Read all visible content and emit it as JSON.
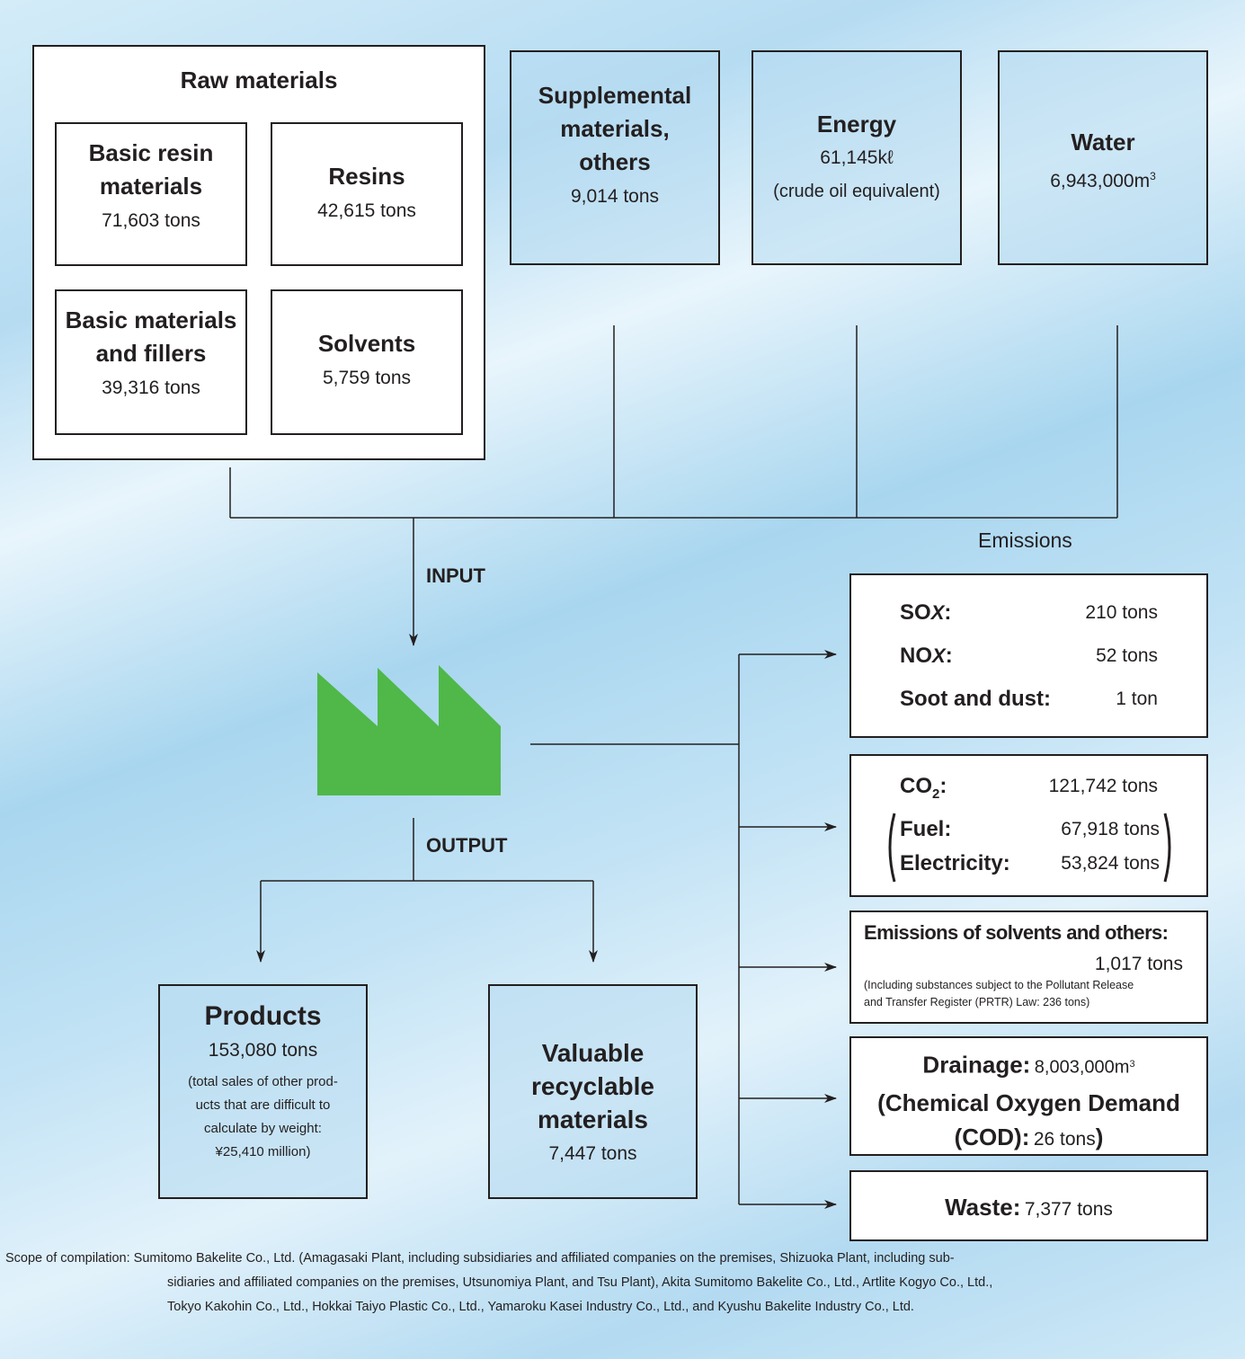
{
  "raw_materials": {
    "title": "Raw materials",
    "basic_resin": {
      "label_1": "Basic resin",
      "label_2": "materials",
      "value": "71,603 tons"
    },
    "resins": {
      "label": "Resins",
      "value": "42,615 tons"
    },
    "basic_fillers": {
      "label_1": "Basic materials",
      "label_2": "and fillers",
      "value": "39,316 tons"
    },
    "solvents": {
      "label": "Solvents",
      "value": "5,759 tons"
    }
  },
  "supplemental": {
    "label_1": "Supplemental",
    "label_2": "materials,",
    "label_3": "others",
    "value": "9,014 tons"
  },
  "energy": {
    "label": "Energy",
    "value": "61,145kℓ",
    "note": "(crude oil equivalent)"
  },
  "water": {
    "label": "Water",
    "value": "6,943,000m",
    "sup": "3"
  },
  "flow": {
    "input": "INPUT",
    "output": "OUTPUT",
    "emissions": "Emissions"
  },
  "products": {
    "label": "Products",
    "value": "153,080 tons",
    "note_1": "(total sales of other prod-",
    "note_2": "ucts that are difficult to",
    "note_3": "calculate by weight:",
    "note_4": "¥25,410 million)"
  },
  "recyclable": {
    "label_1": "Valuable",
    "label_2": "recyclable",
    "label_3": "materials",
    "value": "7,447 tons"
  },
  "emissions_air": {
    "sox_label": "SO",
    "sox_sub": "X",
    "sox_value": "210 tons",
    "nox_label": "NO",
    "nox_sub": "X",
    "nox_value": "52 tons",
    "soot_label": "Soot and dust:",
    "soot_value": "1 ton"
  },
  "emissions_co2": {
    "co2_label": "CO",
    "co2_sub": "2",
    "co2_value": "121,742 tons",
    "fuel_label": "Fuel:",
    "fuel_value": "67,918 tons",
    "elec_label": "Electricity:",
    "elec_value": "53,824 tons"
  },
  "emissions_solvents": {
    "label": "Emissions of solvents and others:",
    "value": "1,017 tons",
    "note_1": "(Including substances subject to the Pollutant Release",
    "note_2": "and Transfer Register (PRTR) Law: 236 tons)"
  },
  "drainage": {
    "label": "Drainage:",
    "value": "8,003,000m",
    "sup": "3",
    "cod_1": "(Chemical Oxygen Demand",
    "cod_2": "(COD):",
    "cod_value": "26 tons",
    "cod_close": ")"
  },
  "waste": {
    "label": "Waste:",
    "value": "7,377 tons"
  },
  "footer": {
    "line_1": "Scope of compilation: Sumitomo Bakelite Co., Ltd. (Amagasaki Plant, including subsidiaries and affiliated companies on the premises, Shizuoka Plant, including sub-",
    "line_2": "sidiaries and affiliated companies on the premises, Utsunomiya Plant, and Tsu Plant), Akita Sumitomo Bakelite Co., Ltd., Artlite Kogyo Co., Ltd.,",
    "line_3": "Tokyo Kakohin Co., Ltd., Hokkai Taiyo Plastic Co., Ltd., Yamaroku Kasei Industry Co., Ltd., and Kyushu Bakelite Industry Co., Ltd."
  },
  "colors": {
    "factory": "#4fb848",
    "line": "#231f20"
  }
}
